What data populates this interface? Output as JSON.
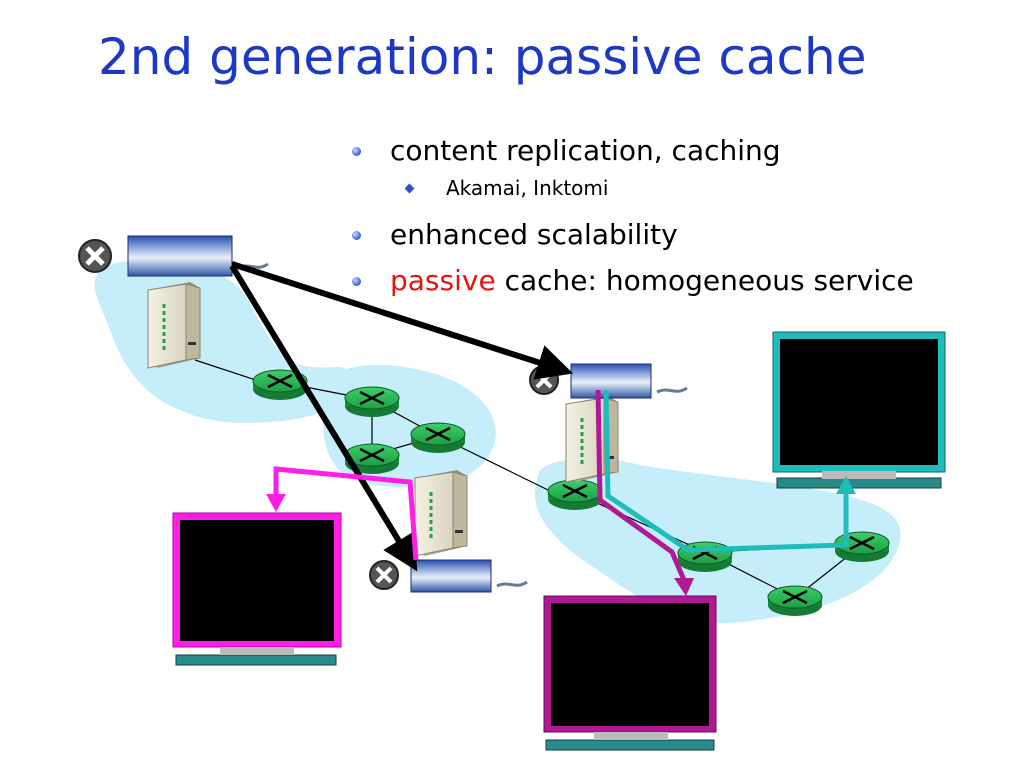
{
  "slide": {
    "title": "2nd generation: passive cache",
    "bullets": [
      {
        "level": 1,
        "text": "content replication, caching"
      },
      {
        "level": 2,
        "text": "Akamai, Inktomi"
      },
      {
        "level": 1,
        "text": "enhanced scalability"
      },
      {
        "level": 1,
        "highlight": "passive",
        "highlight_color": "#e8140c",
        "text": " cache: homogeneous service"
      }
    ]
  },
  "colors": {
    "title": "#1b39c6",
    "network_cloud": "#c5eefa",
    "router": "#22b14c",
    "magenta_path": "#ff1ee6",
    "purple_path": "#b01894",
    "cyan_path": "#1fbcbc",
    "request_arrow": "#000000"
  }
}
